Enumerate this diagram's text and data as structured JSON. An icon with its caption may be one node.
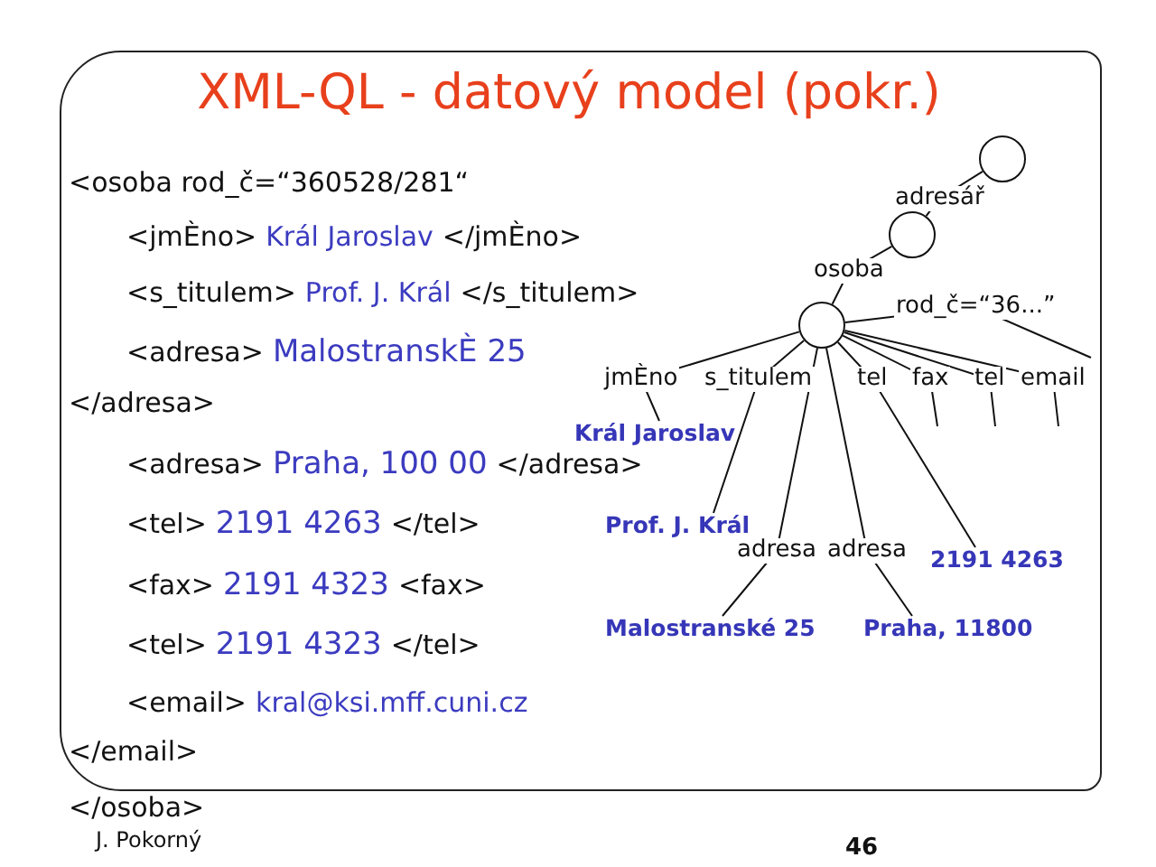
{
  "diagram": {
    "title": "XML-QL - datový model (pokr.)",
    "nodes": [
      {
        "text": [],
        "shape": "circle"
      },
      {
        "text": [],
        "shape": "circle"
      },
      {
        "text": [],
        "shape": "circle"
      },
      {
        "text": [
          "Král Jaroslav"
        ]
      },
      {
        "text": [
          "Prof. J. Král"
        ]
      },
      {
        "text": [
          "2191 4263"
        ]
      },
      {
        "text": [
          "Malostranské 25"
        ]
      },
      {
        "text": [
          "Praha, 11800"
        ]
      }
    ],
    "edges": [
      {
        "from": 0,
        "to": 1,
        "arrow": "none",
        "label": "adresář"
      },
      {
        "from": 1,
        "to": 2,
        "arrow": "none",
        "label": "osoba"
      },
      {
        "from": 2,
        "to": null,
        "arrow": "none",
        "label": "rod_č=“36...”"
      },
      {
        "from": 2,
        "to": 3,
        "arrow": "none",
        "label": "jmÈno"
      },
      {
        "from": 2,
        "to": 4,
        "arrow": "none",
        "label": "s_titulem"
      },
      {
        "from": 2,
        "to": 6,
        "arrow": "none",
        "label": "adresa"
      },
      {
        "from": 2,
        "to": 7,
        "arrow": "none",
        "label": "adresa"
      },
      {
        "from": 2,
        "to": 5,
        "arrow": "none",
        "label": "tel"
      },
      {
        "from": 2,
        "to": null,
        "arrow": "none",
        "label": "fax"
      },
      {
        "from": 2,
        "to": null,
        "arrow": "none",
        "label": "tel"
      },
      {
        "from": 2,
        "to": null,
        "arrow": "none",
        "label": "email"
      }
    ],
    "labels": [
      "<osoba rod_č=“360528/281“",
      "<jmÈno>",
      "Král Jaroslav",
      "</jmÈno>",
      "<s_titulem>",
      "Prof. J. Král",
      "</s_titulem>",
      "<adresa>",
      "MalostranskÈ 25",
      "</adresa>",
      "<adresa>",
      "Praha, 100 00",
      "</adresa>",
      "<tel>",
      "2191 4263",
      "</tel>",
      "<fax>",
      "2191 4323",
      "<fax>",
      "<tel>",
      "2191 4323",
      "</tel>",
      "<email>",
      "kral@ksi.mff.cuni.cz",
      "</email>",
      "</osoba>",
      "J. Pokorný",
      "46"
    ]
  }
}
